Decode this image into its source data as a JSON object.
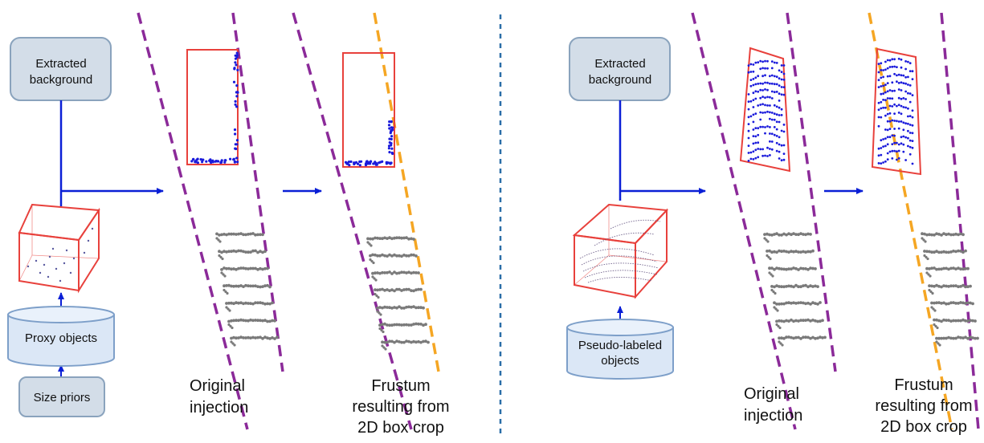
{
  "left_panel": {
    "extracted_background": [
      "Extracted",
      "background"
    ],
    "source_objects": [
      "Proxy objects"
    ],
    "size_priors": "Size priors",
    "caption_original": [
      "Original",
      "injection"
    ],
    "caption_frustum": [
      "Frustum",
      "resulting from",
      "2D box crop"
    ]
  },
  "right_panel": {
    "extracted_background": [
      "Extracted",
      "background"
    ],
    "source_objects": [
      "Pseudo-labeled",
      "objects"
    ],
    "caption_original": [
      "Original",
      "injection"
    ],
    "caption_frustum": [
      "Frustum",
      "resulting from",
      "2D box crop"
    ]
  },
  "colors": {
    "box_fill": "#d3dde8",
    "db_fill": "#dbe7f6",
    "box_stroke": "#8aa3bd",
    "arrow": "#0a1fd6",
    "frustum_purple": "#8b2a99",
    "frustum_orange": "#f5a623",
    "bbox_red": "#e8413c",
    "points_blue": "#1a1adb",
    "points_gray": "#7a7a7a",
    "divider": "#2a6ea8"
  }
}
